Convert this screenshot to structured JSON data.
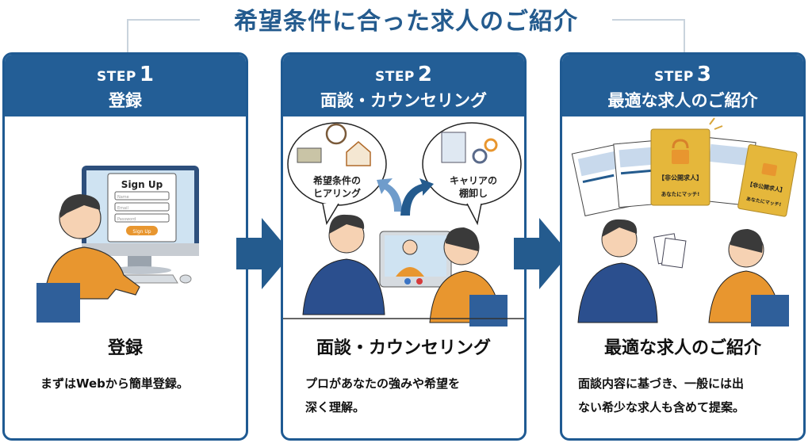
{
  "header": {
    "title": "希望条件に合った求人のご紹介"
  },
  "colors": {
    "primary": "#235e96",
    "accent_orange": "#e8962f",
    "gold": "#e5b73b"
  },
  "steps": [
    {
      "label": "STEP",
      "number": "1",
      "title": "登録",
      "illustration": {
        "form_title": "Sign Up",
        "fields": [
          "Name",
          "Email",
          "Password"
        ],
        "button": "Sign Up"
      },
      "heading": "登録",
      "description": [
        "まずはWebから簡単登録。"
      ]
    },
    {
      "label": "STEP",
      "number": "2",
      "title": "面談・カウンセリング",
      "illustration": {
        "bubble_left": [
          "希望条件の",
          "ヒアリング"
        ],
        "bubble_right": [
          "キャリアの",
          "棚卸し"
        ]
      },
      "heading": "面談・カウンセリング",
      "description": [
        "プロがあなたの強みや希望を",
        "深く理解。"
      ]
    },
    {
      "label": "STEP",
      "number": "3",
      "title": "最適な求人のご紹介",
      "illustration": {
        "card_label": "【非公開求人】",
        "card_sub": "あなたにマッチ!"
      },
      "heading": "最適な求人のご紹介",
      "description": [
        "面談内容に基づき、一般には出",
        "ない希少な求人も含めて提案。"
      ]
    }
  ]
}
